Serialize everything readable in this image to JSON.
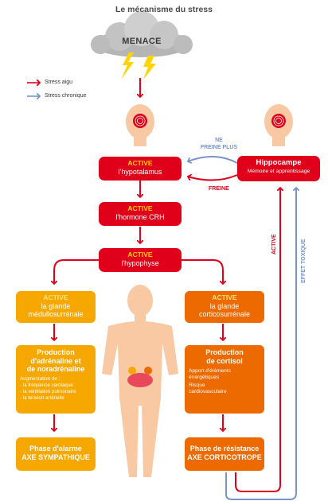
{
  "title": "Le mécanisme du stress",
  "cloud": {
    "label": "MENACE"
  },
  "legend": {
    "acute": "Stress aigu",
    "chronic": "Stress chronique"
  },
  "colors": {
    "red": "#e1001a",
    "blue": "#7a93c8",
    "yellow_box": "#f6a800",
    "orange_box": "#ec6a00",
    "skin": "#f9c9a4",
    "active_yellow": "#ffd400"
  },
  "boxes": {
    "hypothalamus": {
      "active": "ACTIVE",
      "label": "l'hypotalamus"
    },
    "crh": {
      "active": "ACTIVE",
      "label": "l'hormone CRH"
    },
    "hypophyse": {
      "active": "ACTIVE",
      "label": "l'hypophyse"
    },
    "hippocampe": {
      "label": "Hippocampe",
      "sub": "Mémoire et apprentissage"
    },
    "medullo": {
      "active": "ACTIVE",
      "line1": "la glande",
      "line2": "médullosurrénale"
    },
    "cortico": {
      "active": "ACTIVE",
      "line1": "la glande",
      "line2": "corticosurrénale"
    },
    "adrenaline": {
      "line1": "Production",
      "line2": "d'adrénaline et",
      "line3": "de noradrénaline",
      "aug": "Augmentation de :",
      "items": [
        "- la fréquence cardiaque",
        "- la ventilation pulmonaire",
        "- la tension artérielle"
      ]
    },
    "cortisol": {
      "line1": "Production",
      "line2": "de cortisol",
      "items": [
        "Apport d'éléments",
        "énergétiques",
        "Risque",
        "cardiovasculaire"
      ]
    },
    "alarme": {
      "line1": "Phase d'alarme",
      "line2": "AXE SYMPATHIQUE"
    },
    "resistance": {
      "line1": "Phase de résistance",
      "line2": "AXE CORTICOTROPE"
    }
  },
  "arrows": {
    "ne_freine_1": "NE",
    "ne_freine_2": "FREINE PLUS",
    "freine": "FREINE",
    "active_vertical": "ACTIVE",
    "effet_toxique": "EFFET TOXIQUE"
  }
}
